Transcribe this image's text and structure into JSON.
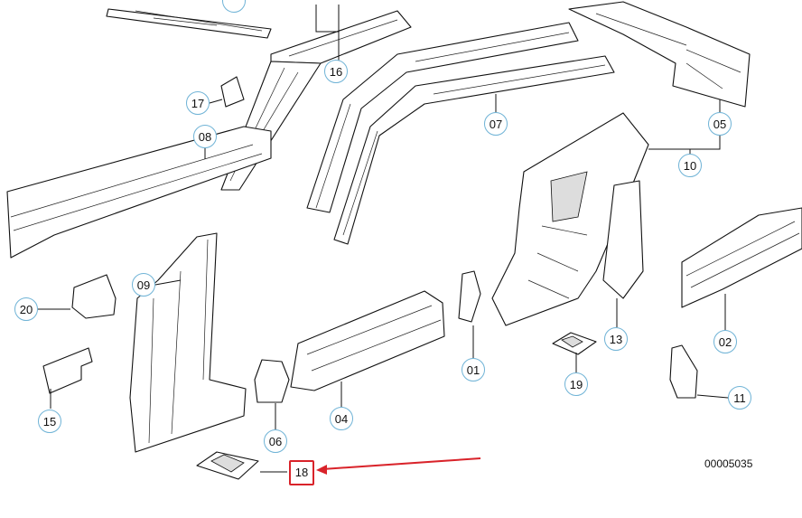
{
  "diagram_id": "00005035",
  "highlight_color": "#d9232a",
  "callout_color": "#6fb3d6",
  "callouts": [
    {
      "label": "16"
    },
    {
      "label": "17"
    },
    {
      "label": "08"
    },
    {
      "label": "07"
    },
    {
      "label": "05"
    },
    {
      "label": "10"
    },
    {
      "label": "09"
    },
    {
      "label": "20"
    },
    {
      "label": "15"
    },
    {
      "label": "06"
    },
    {
      "label": "04"
    },
    {
      "label": "01"
    },
    {
      "label": "13"
    },
    {
      "label": "19"
    },
    {
      "label": "02"
    },
    {
      "label": "11"
    },
    {
      "label": "18",
      "highlighted": true
    }
  ]
}
